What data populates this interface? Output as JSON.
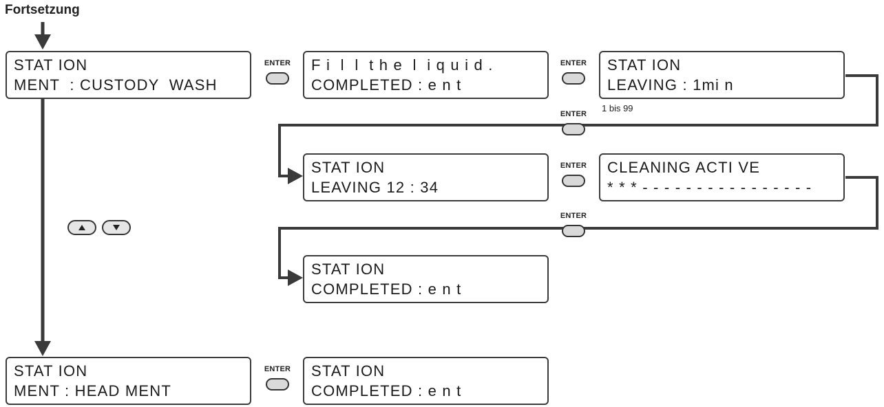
{
  "title": "Fortsetzung",
  "enter_label": "ENTER",
  "up_icon": "triangle-up-icon",
  "down_icon": "triangle-down-icon",
  "range_note": "1 bis 99",
  "screens": {
    "custody_wash": {
      "line1": "STAT ION",
      "line2": "MENT  : CUSTODY  WASH"
    },
    "fill_liquid": {
      "line1": "F i  l  l  t h e  l  i q u i d .",
      "line2": "COMPLETED : e n t"
    },
    "leaving_time": {
      "line1": "STAT ION",
      "line2": "LEAVING : 1mi n"
    },
    "leaving_countdown": {
      "line1": "STAT ION",
      "line2": "LEAVING 12 : 34"
    },
    "cleaning_active": {
      "line1": "CLEANING ACTI VE",
      "line2": "* * * - - - - - - - - - - - - - - - -"
    },
    "completed_wash": {
      "line1": "STAT ION",
      "line2": "COMPLETED : e n t"
    },
    "head_ment": {
      "line1": "STAT ION",
      "line2": "MENT : HEAD MENT"
    },
    "completed_head": {
      "line1": "STAT ION",
      "line2": "COMPLETED : e n t"
    }
  },
  "colors": {
    "line": "#3a3a3a",
    "button_fill": "#d9d9d9"
  }
}
